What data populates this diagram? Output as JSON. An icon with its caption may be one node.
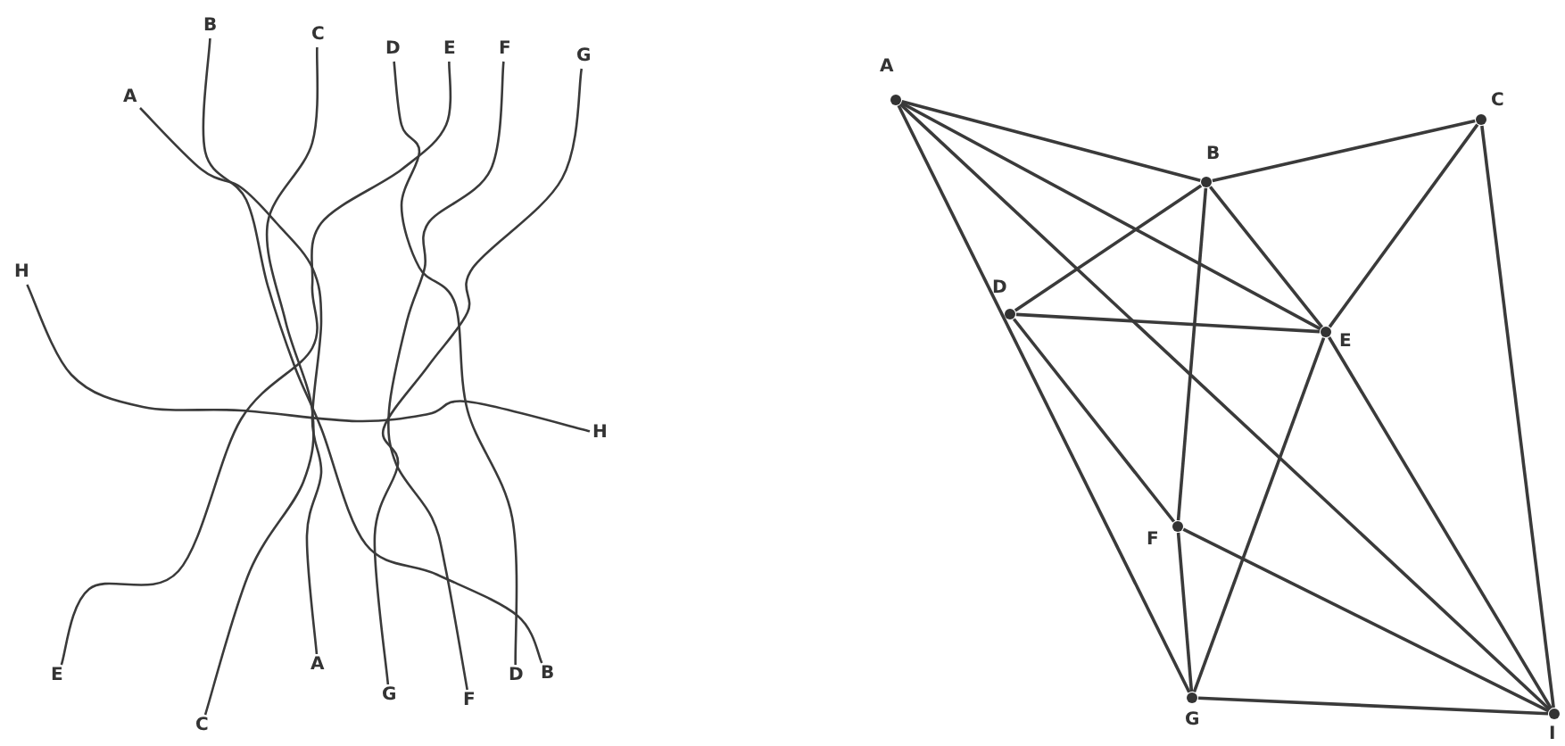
{
  "diagram": {
    "nodes": [
      {
        "text": [
          "A"
        ]
      },
      {
        "text": [
          "B"
        ]
      },
      {
        "text": [
          "C"
        ]
      },
      {
        "text": [
          "D"
        ]
      },
      {
        "text": [
          "E"
        ]
      },
      {
        "text": [
          "F"
        ]
      },
      {
        "text": [
          "G"
        ]
      },
      {
        "text": [
          "H"
        ]
      },
      {
        "text": [
          "H"
        ]
      },
      {
        "text": [
          "E"
        ]
      },
      {
        "text": [
          "C"
        ]
      },
      {
        "text": [
          "A"
        ]
      },
      {
        "text": [
          "G"
        ]
      },
      {
        "text": [
          "F"
        ]
      },
      {
        "text": [
          "D"
        ]
      },
      {
        "text": [
          "B"
        ]
      },
      {
        "text": [],
        "shape": "circle",
        "beside": [
          "A"
        ]
      },
      {
        "text": [],
        "shape": "circle",
        "beside": [
          "B"
        ]
      },
      {
        "text": [],
        "shape": "circle",
        "beside": [
          "C"
        ]
      },
      {
        "text": [],
        "shape": "circle",
        "beside": [
          "D"
        ]
      },
      {
        "text": [],
        "shape": "circle",
        "beside": [
          "E"
        ]
      },
      {
        "text": [],
        "shape": "circle",
        "beside": [
          "F"
        ]
      },
      {
        "text": [],
        "shape": "circle",
        "beside": [
          "G"
        ]
      },
      {
        "text": [],
        "shape": "circle",
        "beside": [
          "I"
        ]
      }
    ],
    "edges": [
      {
        "from": 0,
        "to": 11,
        "arrow": "none"
      },
      {
        "from": 1,
        "to": 15,
        "arrow": "none"
      },
      {
        "from": 2,
        "to": 10,
        "arrow": "none"
      },
      {
        "from": 3,
        "to": 14,
        "arrow": "none"
      },
      {
        "from": 4,
        "to": 9,
        "arrow": "none"
      },
      {
        "from": 5,
        "to": 13,
        "arrow": "none"
      },
      {
        "from": 6,
        "to": 12,
        "arrow": "none"
      },
      {
        "from": 7,
        "to": 8,
        "arrow": "none"
      },
      {
        "from": 16,
        "to": 17,
        "arrow": "none"
      },
      {
        "from": 16,
        "to": 20,
        "arrow": "none"
      },
      {
        "from": 16,
        "to": 22,
        "arrow": "none"
      },
      {
        "from": 16,
        "to": 23,
        "arrow": "none"
      },
      {
        "from": 17,
        "to": 18,
        "arrow": "none"
      },
      {
        "from": 17,
        "to": 19,
        "arrow": "none"
      },
      {
        "from": 17,
        "to": 20,
        "arrow": "none"
      },
      {
        "from": 17,
        "to": 21,
        "arrow": "none"
      },
      {
        "from": 18,
        "to": 20,
        "arrow": "none"
      },
      {
        "from": 18,
        "to": 23,
        "arrow": "none"
      },
      {
        "from": 19,
        "to": 20,
        "arrow": "none"
      },
      {
        "from": 19,
        "to": 21,
        "arrow": "none"
      },
      {
        "from": 20,
        "to": 22,
        "arrow": "none"
      },
      {
        "from": 20,
        "to": 23,
        "arrow": "none"
      },
      {
        "from": 21,
        "to": 22,
        "arrow": "none"
      },
      {
        "from": 21,
        "to": 23,
        "arrow": "none"
      },
      {
        "from": 22,
        "to": 23,
        "arrow": "none"
      }
    ]
  }
}
